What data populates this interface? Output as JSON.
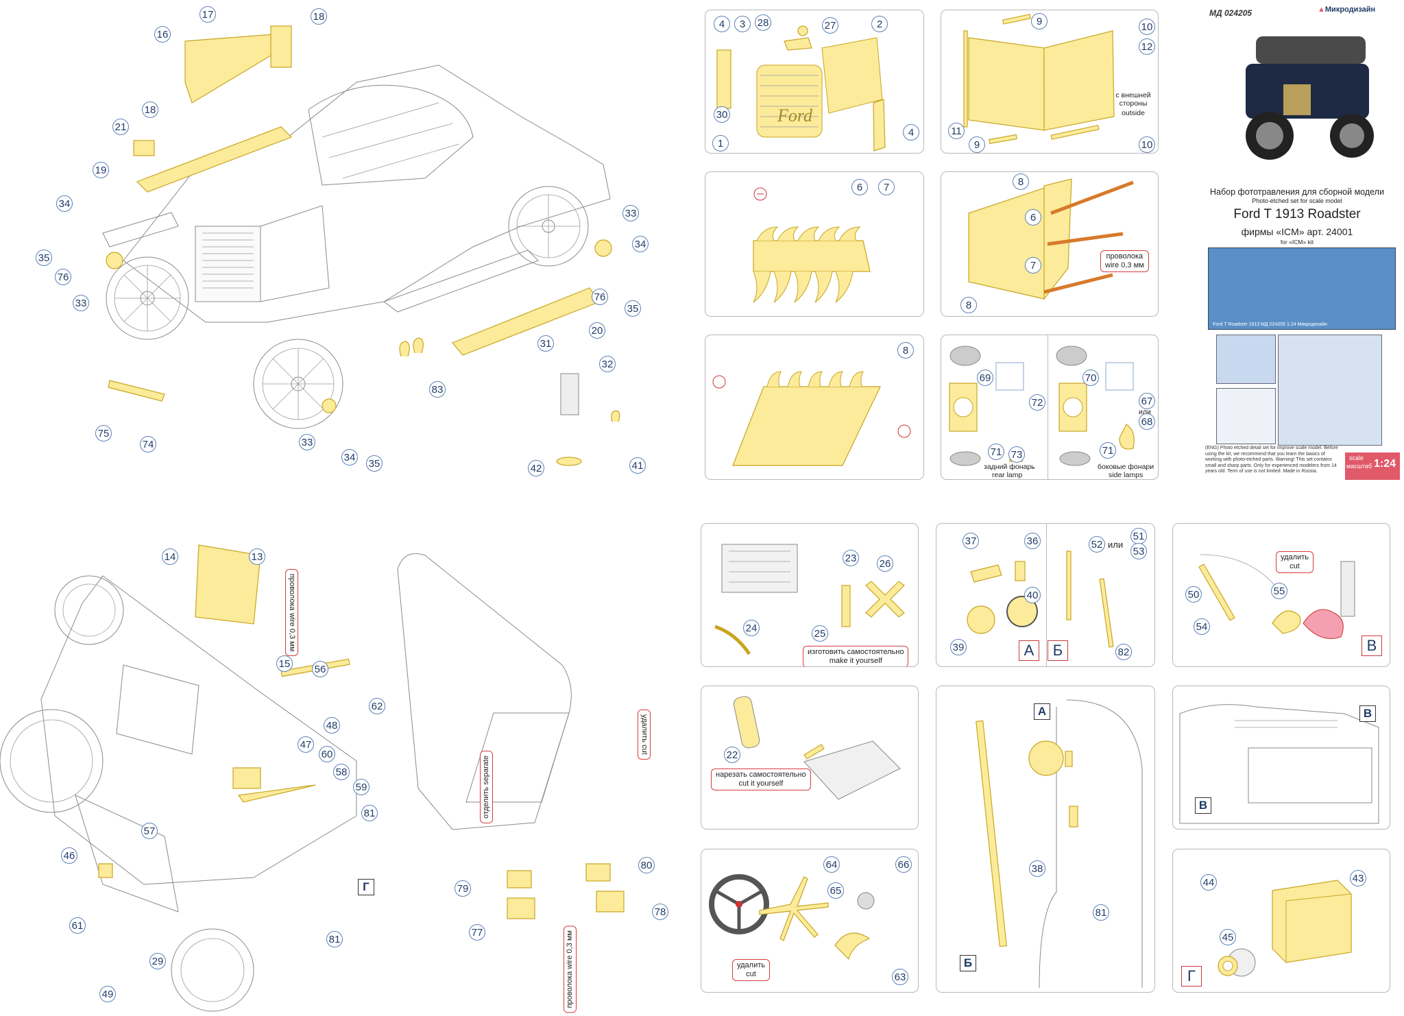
{
  "header": {
    "code": "МД 024205",
    "brand": "Микродизайн",
    "title_ru": "Набор фототравления для сборной модели",
    "title_en": "Photo-etched set for scale model",
    "model": "Ford T 1913 Roadster",
    "kit_ru": "фирмы «ICM» арт. 24001",
    "kit_en": "for «ICM» kit",
    "fret_caption": "Ford T Roadster 1913   МД 024205   1:24   Микродизайн",
    "info_text": "(ENG) Photo etched detail set for improve scale model. Before using the kit, we recommend that you learn the basics of working with photo-etched parts. Warning! This set contains small and sharp parts. Only for experienced modelers from 14 years old. Term of use is not limited. Made in Russia.",
    "scale_label_en": "scale",
    "scale_label_ru": "масштаб",
    "scale_value": "1:24",
    "accent_color": "#e05a6a",
    "number_color": "#1f3b66"
  },
  "notes": {
    "outside_ru": "с внешней стороны",
    "outside_en": "outside",
    "wire_ru": "проволока",
    "wire_en": "wire 0,3 мм",
    "wire_en_top": "wire",
    "wire_mm": "0,3 мм",
    "rear_lamp_ru": "задний фонарь",
    "rear_lamp_en": "rear lamp",
    "side_lamps_ru": "боковые фонари",
    "side_lamps_en": "side lamps",
    "or": "или",
    "make_ru": "изготовить самостоятельно",
    "make_en": "make it yourself",
    "cut_ru": "нарезать самостоятельно",
    "cut_en": "cut it yourself",
    "remove_ru": "удалить",
    "remove_en": "cut",
    "separate_ru": "отделить",
    "separate_en": "separate"
  },
  "letters": {
    "A": "А",
    "B": "Б",
    "V": "В",
    "G": "Г"
  },
  "callouts": {
    "main": [
      "17",
      "18",
      "16",
      "18",
      "21",
      "19",
      "34",
      "35",
      "76",
      "33",
      "33",
      "34",
      "76",
      "35",
      "20",
      "83",
      "31",
      "32",
      "75",
      "74",
      "33",
      "34",
      "35",
      "42",
      "41"
    ],
    "radiator": [
      "4",
      "3",
      "28",
      "27",
      "2",
      "30",
      "1",
      "4"
    ],
    "side_panel": [
      "9",
      "10",
      "12",
      "11",
      "9",
      "10"
    ],
    "hood_a": [
      "6",
      "7"
    ],
    "hood_b": [
      "8",
      "6",
      "7",
      "8"
    ],
    "hood_c": [
      "8"
    ],
    "lamps": [
      "69",
      "72",
      "71",
      "73",
      "70",
      "67",
      "68",
      "71"
    ],
    "engine": [
      "23",
      "26",
      "24",
      "25"
    ],
    "mirror": [
      "37",
      "36",
      "40",
      "39",
      "52",
      "51",
      "53",
      "82"
    ],
    "pedal": [
      "50",
      "55",
      "54"
    ],
    "bottom_left": [
      "14",
      "13",
      "15",
      "56",
      "62",
      "48",
      "47",
      "60",
      "58",
      "59",
      "81",
      "57",
      "46",
      "61",
      "29",
      "81",
      "49"
    ],
    "floor": [
      "79",
      "80",
      "77",
      "78"
    ],
    "exhaust": [
      "22"
    ],
    "windshield": [
      "38",
      "81"
    ],
    "steering": [
      "64",
      "65",
      "66",
      "63"
    ],
    "battery": [
      "44",
      "43",
      "45"
    ]
  }
}
